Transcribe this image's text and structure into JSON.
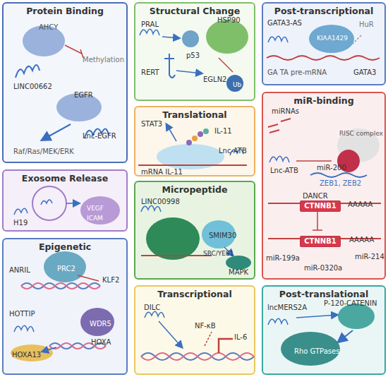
{
  "diagram": {
    "nodes": [
      {
        "text": [
          "Protein Binding",
          "AHCY",
          "LINC00662",
          "Methylation",
          "EGFR",
          "Lnc-EGFR",
          "Raf/Ras/MEK/ERK"
        ]
      },
      {
        "text": [
          "Structural Change",
          "PRAL",
          "p53",
          "HSP90",
          "RERT",
          "EGLN2",
          "Ub"
        ]
      },
      {
        "text": [
          "Post-transcriptional",
          "GATA3-AS",
          "KIAA1429",
          "HuR",
          "GA TA pre-mRNA",
          "GATA3"
        ]
      },
      {
        "text": [
          "Translational",
          "STAT3",
          "IL-11",
          "Lnc-ATB",
          "mRNA IL-11"
        ]
      },
      {
        "text": [
          "miR-binding",
          "miRNAs",
          "Lnc-ATB",
          "RISC complex",
          "miR-200",
          "ZEB1, ZEB2",
          "DANCR",
          "AAAAA",
          "AAAAA",
          "miR-199a",
          "miR-0320a",
          "miR-214"
        ]
      },
      {
        "text": [
          "CTNNB1"
        ],
        "in": 4
      },
      {
        "text": [
          "CTNNB1"
        ],
        "in": 4
      },
      {
        "text": [
          "Exosome Release",
          "H19",
          "VEGF",
          "ICAM"
        ]
      },
      {
        "text": [
          "Micropeptide",
          "LINC00998",
          "SMIM30",
          "SRC/YES1",
          "MAPK"
        ]
      },
      {
        "text": [
          "Epigenetic",
          "ANRIL",
          "PRC2",
          "KLF2",
          "HOTTIP",
          "WDR5",
          "HOXA13",
          "HOXA"
        ]
      },
      {
        "text": [
          "Transcriptional",
          "DILC",
          "NF-κB",
          "IL-6"
        ]
      },
      {
        "text": [
          "Post-translational",
          "lncMERS2A",
          "P-120-CATENIN",
          "Rho GTPases"
        ]
      }
    ]
  }
}
